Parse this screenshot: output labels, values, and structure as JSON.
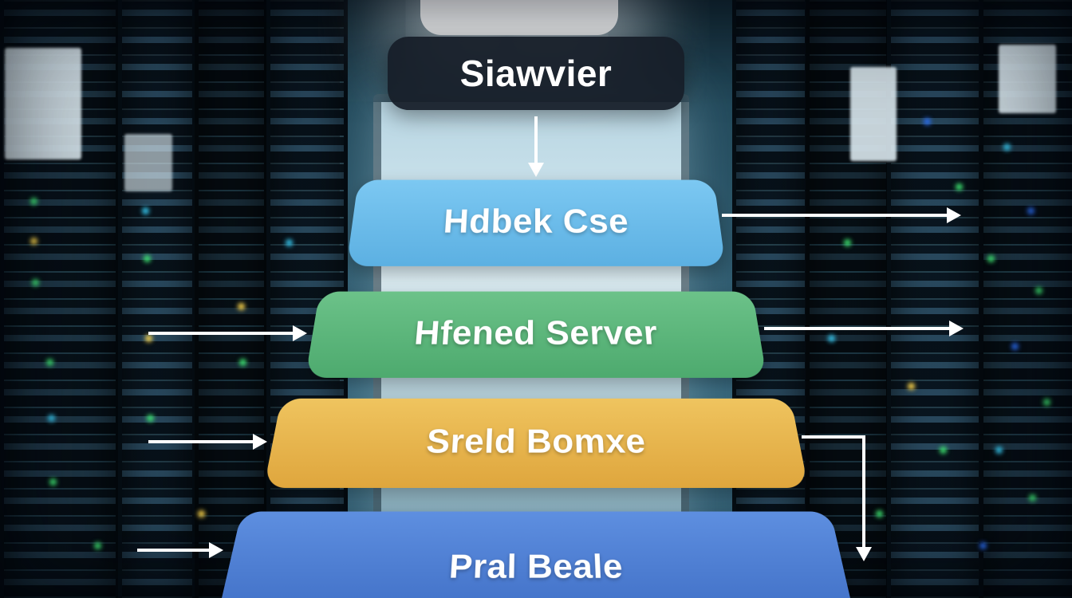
{
  "title_box": {
    "label": "Siawvier"
  },
  "funnel": {
    "levels": [
      {
        "label": "Hdbek Cse",
        "color": "#6fc2ee"
      },
      {
        "label": "Hfened Server",
        "color": "#56b47a"
      },
      {
        "label": "Sreld Bomxe",
        "color": "#e8b84e"
      },
      {
        "label": "Pral Beale",
        "color": "#4c7fd6"
      }
    ]
  },
  "palette": {
    "arrow": "#ffffff",
    "title_background": "#161e28",
    "led_green": "#3fe873",
    "led_cyan": "#37c9f0",
    "led_yellow": "#ffd84d",
    "led_blue": "#2b6df0"
  }
}
